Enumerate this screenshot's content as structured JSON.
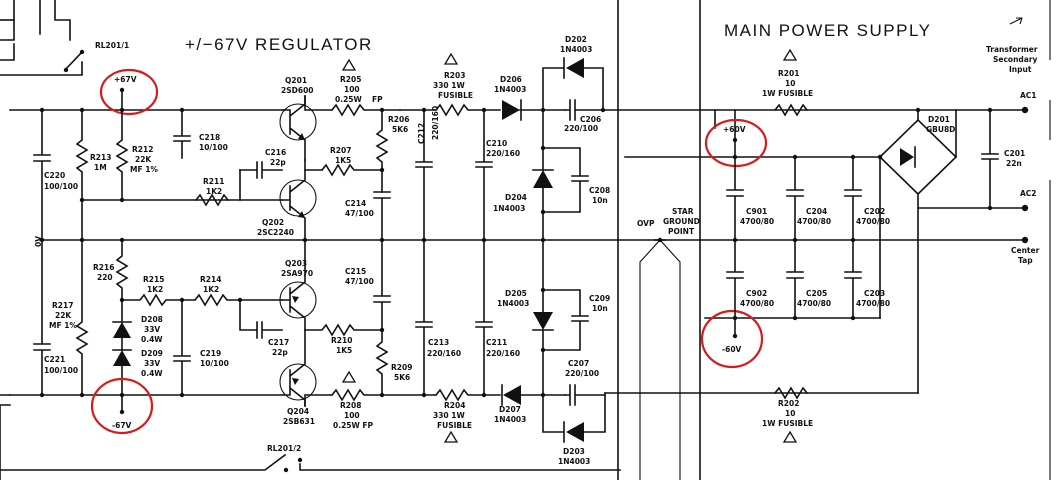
{
  "titles": {
    "regulator": "+/−67V REGULATOR",
    "main_supply": "MAIN POWER SUPPLY"
  },
  "terminals": {
    "transformer": [
      "Transformer",
      "Secondary",
      "Input"
    ],
    "ac1": "AC1",
    "ac2": "AC2",
    "center_tap": [
      "Center",
      "Tap"
    ],
    "zero_volt": "0V",
    "star_ground": [
      "STAR",
      "GROUND",
      "POINT"
    ],
    "ovp": "OVP"
  },
  "rails": {
    "pos67": "+67V",
    "neg67": "-67V",
    "pos60": "+60V",
    "neg60": "-60V"
  },
  "relays": {
    "rl1": "RL201/1",
    "rl2": "RL201/2"
  },
  "components": {
    "r213": [
      "R213",
      "1M"
    ],
    "r212": [
      "R212",
      "22K",
      "MF 1%"
    ],
    "c220": [
      "C220",
      "100/100"
    ],
    "c218": [
      "C218",
      "10/100"
    ],
    "r211": [
      "R211",
      "1K2"
    ],
    "q201": [
      "Q201",
      "2SD600"
    ],
    "q202": [
      "Q202",
      "2SC2240"
    ],
    "c216": [
      "C216",
      "22p"
    ],
    "r205": [
      "R205",
      "100",
      "0.25W",
      "FP"
    ],
    "r207": [
      "R207",
      "1K5"
    ],
    "r206": [
      "R206",
      "5K6"
    ],
    "c214": [
      "C214",
      "47/100"
    ],
    "r203": [
      "R203",
      "330 1W",
      "FUSIBLE"
    ],
    "c212": [
      "C212",
      "220/160"
    ],
    "c210": [
      "C210",
      "220/160"
    ],
    "d206": [
      "D206",
      "1N4003"
    ],
    "d202": [
      "D202",
      "1N4003"
    ],
    "c206": [
      "C206",
      "220/100"
    ],
    "d204": [
      "D204",
      "1N4003"
    ],
    "c208": [
      "C208",
      "10n"
    ],
    "r216": [
      "R216",
      "220"
    ],
    "r215": [
      "R215",
      "1K2"
    ],
    "r214": [
      "R214",
      "1K2"
    ],
    "d208": [
      "D208",
      "33V",
      "0.4W"
    ],
    "d209": [
      "D209",
      "33V",
      "0.4W"
    ],
    "r217": [
      "R217",
      "22K",
      "MF 1%"
    ],
    "c221": [
      "C221",
      "100/100"
    ],
    "c219": [
      "C219",
      "10/100"
    ],
    "q203": [
      "Q203",
      "2SA970"
    ],
    "c217": [
      "C217",
      "22p"
    ],
    "c215": [
      "C215",
      "47/100"
    ],
    "r210": [
      "R210",
      "1K5"
    ],
    "r209": [
      "R209",
      "5K6"
    ],
    "q204": [
      "Q204",
      "2SB631"
    ],
    "r208": [
      "R208",
      "100",
      "0.25W FP"
    ],
    "r204": [
      "R204",
      "330 1W",
      "FUSIBLE"
    ],
    "c213": [
      "C213",
      "220/160"
    ],
    "c211": [
      "C211",
      "220/160"
    ],
    "d207": [
      "D207",
      "1N4003"
    ],
    "d205": [
      "D205",
      "1N4003"
    ],
    "c209": [
      "C209",
      "10n"
    ],
    "c207": [
      "C207",
      "220/100"
    ],
    "d203": [
      "D203",
      "1N4003"
    ],
    "r201": [
      "R201",
      "10",
      "1W FUSIBLE"
    ],
    "r202": [
      "R202",
      "10",
      "1W FUSIBLE"
    ],
    "d201": [
      "D201",
      "GBU8D"
    ],
    "c201": [
      "C201",
      "22n"
    ],
    "c901": [
      "C901",
      "4700/80"
    ],
    "c204": [
      "C204",
      "4700/80"
    ],
    "c202": [
      "C202",
      "4700/80"
    ],
    "c902": [
      "C902",
      "4700/80"
    ],
    "c205": [
      "C205",
      "4700/80"
    ],
    "c203": [
      "C203",
      "4700/80"
    ]
  }
}
